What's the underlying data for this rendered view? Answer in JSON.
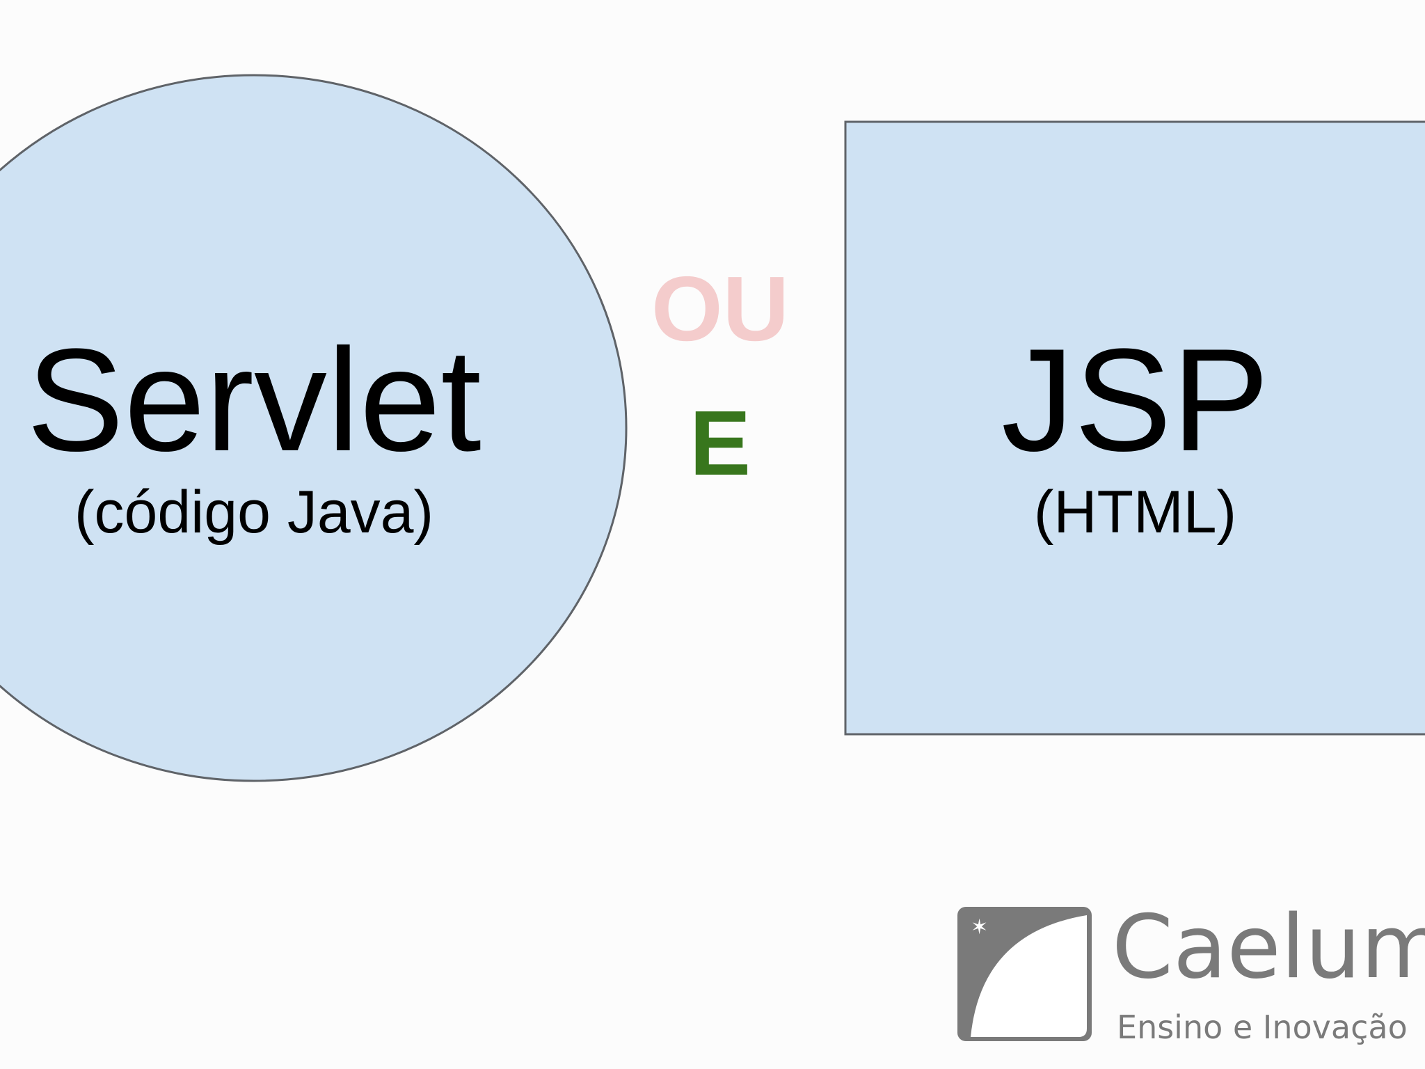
{
  "servlet": {
    "title": "Servlet",
    "subtitle": "(código Java)"
  },
  "jsp": {
    "title": "JSP",
    "subtitle": "(HTML)"
  },
  "connectors": {
    "or": "OU",
    "and": "E"
  },
  "logo": {
    "name": "Caelum",
    "tagline": "Ensino e Inovação",
    "icon": "caelum-star-arc-logo"
  },
  "colors": {
    "shape_fill": "#cfe2f3",
    "shape_stroke": "#5f6368",
    "or_color": "#f4cccc",
    "and_color": "#38761d",
    "logo_color": "#7a7a7a"
  }
}
